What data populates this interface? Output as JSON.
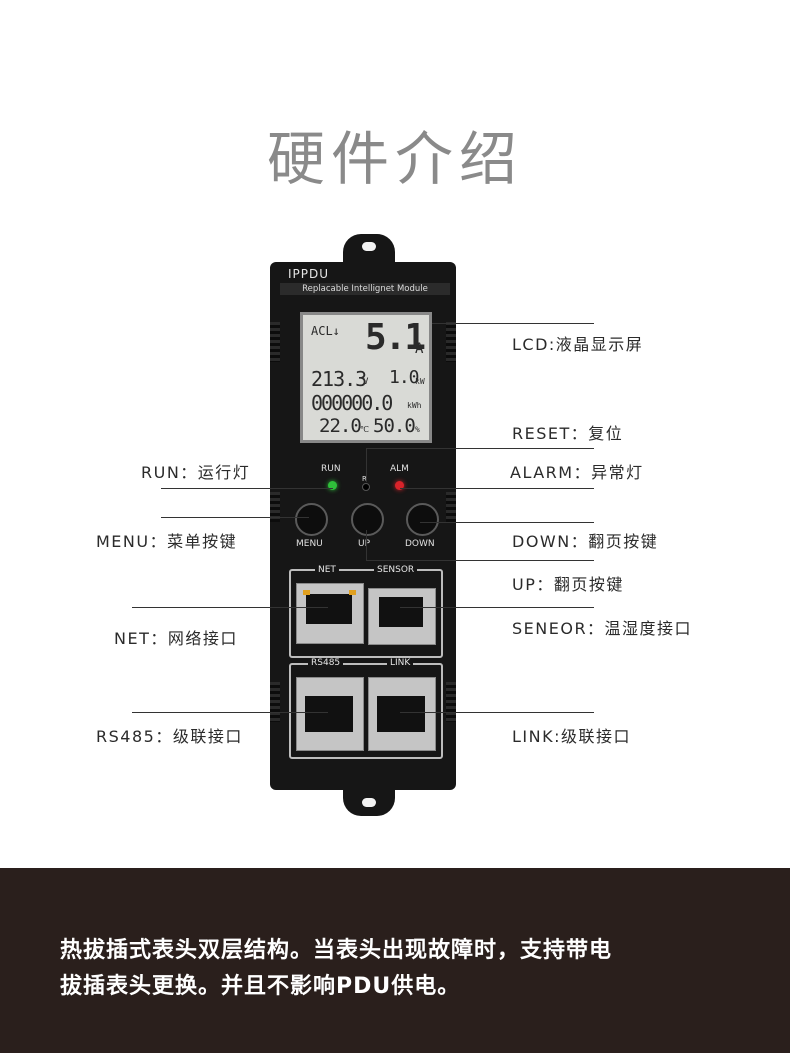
{
  "page_title": "硬件介绍",
  "device": {
    "brand": "IPPDU",
    "subtitle": "Replacable Intellignet Module",
    "lcd": {
      "phase": "ACL↓",
      "current": "5.1",
      "current_unit": "A",
      "voltage": "213.3",
      "voltage_unit": "V",
      "power": "1.0",
      "power_unit": "kW",
      "energy": "000000.0",
      "energy_unit": "kWh",
      "temperature": "22.0",
      "temperature_unit": "℃",
      "humidity": "50.0",
      "humidity_unit": "%"
    },
    "led_run": "RUN",
    "reset_mark": "R",
    "led_alm": "ALM",
    "btn_menu": "MENU",
    "btn_up": "UP",
    "btn_down": "DOWN",
    "port_net": "NET",
    "port_sensor": "SENSOR",
    "port_rs485": "RS485",
    "port_link": "LINK"
  },
  "callouts": {
    "lcd": "LCD:液晶显示屏",
    "reset": "RESET：复位",
    "run": "RUN：运行灯",
    "alarm": "ALARM：异常灯",
    "menu": "MENU：菜单按键",
    "down": "DOWN：翻页按键",
    "up": "UP：翻页按键",
    "net": "NET：网络接口",
    "seneor": "SENEOR：温湿度接口",
    "rs485": "RS485：级联接口",
    "link": "LINK:级联接口"
  },
  "footer": {
    "line1": "热拔插式表头双层结构。当表头出现故障时，支持带电",
    "line2": "拔插表头更换。并且不影响PDU供电。"
  },
  "colors": {
    "led_run": "#2fbf3a",
    "led_alm": "#d9232a",
    "footer_bg": "#2a1f1c"
  }
}
